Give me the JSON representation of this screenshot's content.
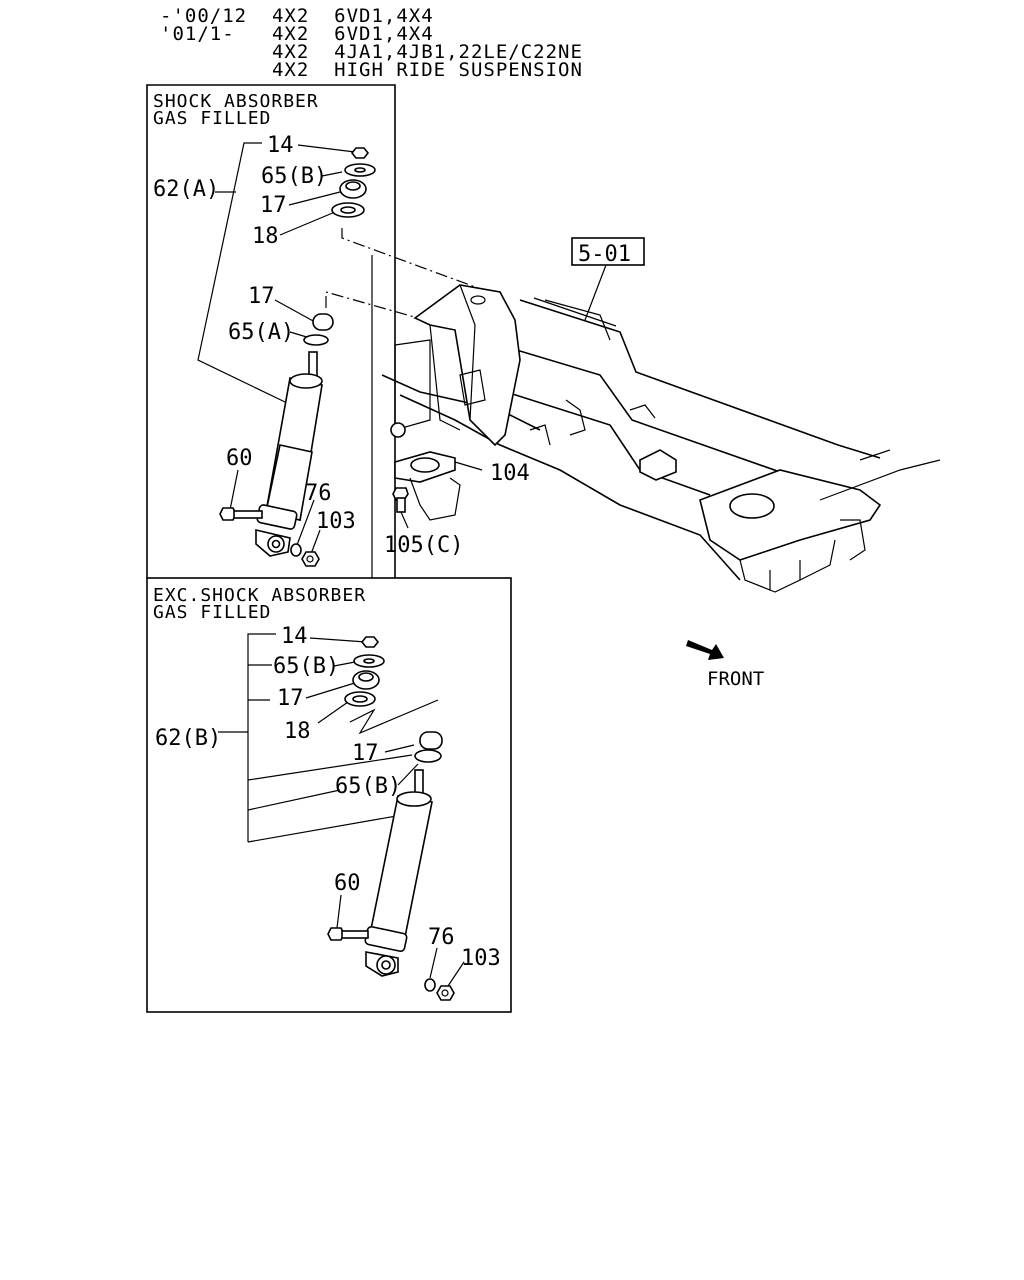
{
  "header": {
    "lines": [
      "-'00/12  4X2  6VD1,4X4",
      "'01/1-   4X2  6VD1,4X4",
      "         4X2  4JA1,4JB1,22LE/C22NE",
      "         4X2  HIGH RIDE SUSPENSION"
    ]
  },
  "panel_a": {
    "title_line1": "SHOCK ABSORBER",
    "title_line2": "GAS FILLED",
    "callouts": {
      "nut": "14",
      "washer_top": "65(B)",
      "bushing_top": "17",
      "retainer": "18",
      "assembly": "62(A)",
      "bushing_lower": "17",
      "washer_lower": "65(A)",
      "bolt": "60",
      "washer_small": "76",
      "nut_lower": "103"
    }
  },
  "panel_b": {
    "title_line1": "EXC.SHOCK ABSORBER",
    "title_line2": "GAS FILLED",
    "callouts": {
      "nut": "14",
      "washer_top": "65(B)",
      "bushing_top": "17",
      "assembly": "62(B)",
      "retainer": "18",
      "bushing_lower": "17",
      "washer_lower": "65(B)",
      "bolt": "60",
      "washer_small": "76",
      "nut_lower": "103"
    }
  },
  "frame": {
    "ref_box": "5-01",
    "bracket": "104",
    "bracket_bolt": "105(C)",
    "direction_label": "FRONT"
  }
}
